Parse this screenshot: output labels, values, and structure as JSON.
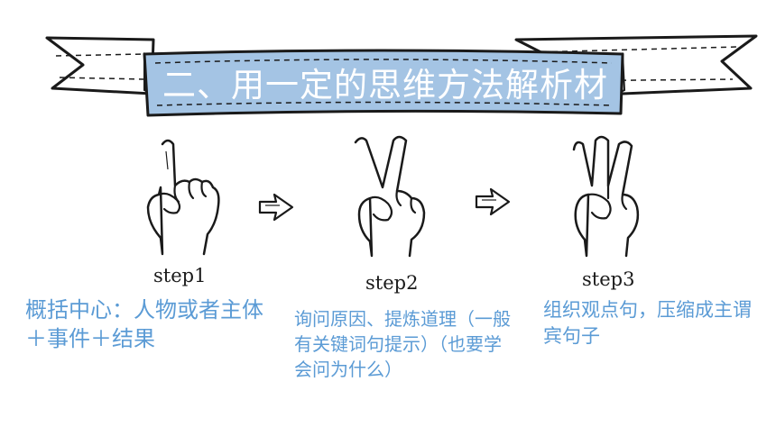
{
  "banner": {
    "title": "二、用一定的思维方法解析材料",
    "fill_color": "#a4c4e4",
    "outline_color": "#1a1a1a"
  },
  "steps": [
    {
      "label": "step1",
      "hand_icon": "one-finger-hand-icon",
      "description": "概括中心：人物或者主体＋事件＋结果"
    },
    {
      "label": "step2",
      "hand_icon": "two-finger-hand-icon",
      "description": "询问原因、提炼道理（一般有关键词句提示）（也要学会问为什么）"
    },
    {
      "label": "step3",
      "hand_icon": "three-finger-hand-icon",
      "description": "组织观点句，压缩成主谓宾句子"
    }
  ],
  "arrows": [
    {
      "icon": "right-arrow-icon"
    },
    {
      "icon": "right-arrow-icon"
    }
  ],
  "text_color": "#5b9bd5"
}
